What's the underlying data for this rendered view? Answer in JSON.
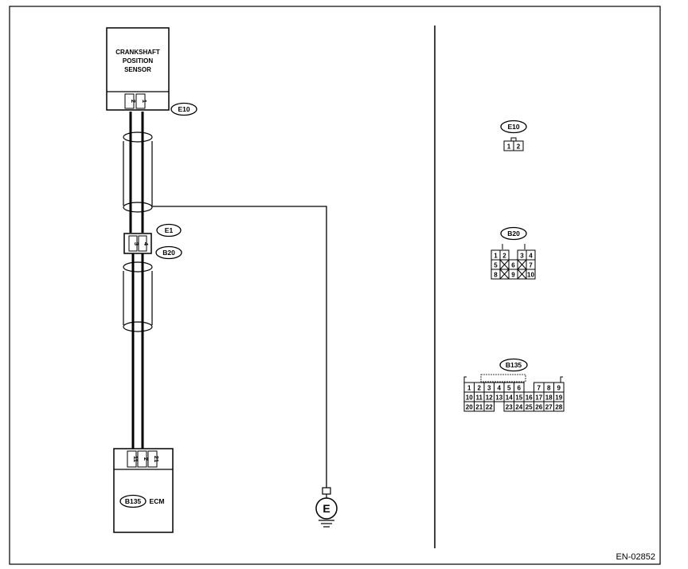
{
  "components": {
    "sensor": {
      "title_lines": [
        "CRANKSHAFT",
        "POSITION",
        "SENSOR"
      ],
      "pins": [
        "2",
        "1"
      ],
      "tag": "E10"
    },
    "joint": {
      "pins": [
        "3",
        "4"
      ],
      "tag_top": "E1",
      "tag_bottom": "B20"
    },
    "ecm": {
      "pins": [
        "11",
        "2",
        "21"
      ],
      "tag": "B135",
      "label": "ECM"
    },
    "ground": {
      "symbol": "E"
    }
  },
  "views": {
    "e10": {
      "tag": "E10",
      "rows": [
        [
          "1",
          "2"
        ]
      ]
    },
    "b20": {
      "tag": "B20",
      "rows": [
        [
          "1",
          "2",
          "",
          "3",
          "4"
        ],
        [
          "5",
          "X",
          "6",
          "X",
          "7"
        ],
        [
          "8",
          "X",
          "9",
          "X",
          "10"
        ]
      ]
    },
    "b135": {
      "tag": "B135",
      "rows": [
        [
          "1",
          "2",
          "3",
          "4",
          "5",
          "6",
          "",
          "7",
          "8",
          "9"
        ],
        [
          "10",
          "11",
          "12",
          "13",
          "14",
          "15",
          "16",
          "17",
          "18",
          "19"
        ],
        [
          "20",
          "21",
          "22",
          "",
          "23",
          "24",
          "25",
          "26",
          "27",
          "28"
        ]
      ]
    }
  },
  "doc_id": "EN-02852"
}
